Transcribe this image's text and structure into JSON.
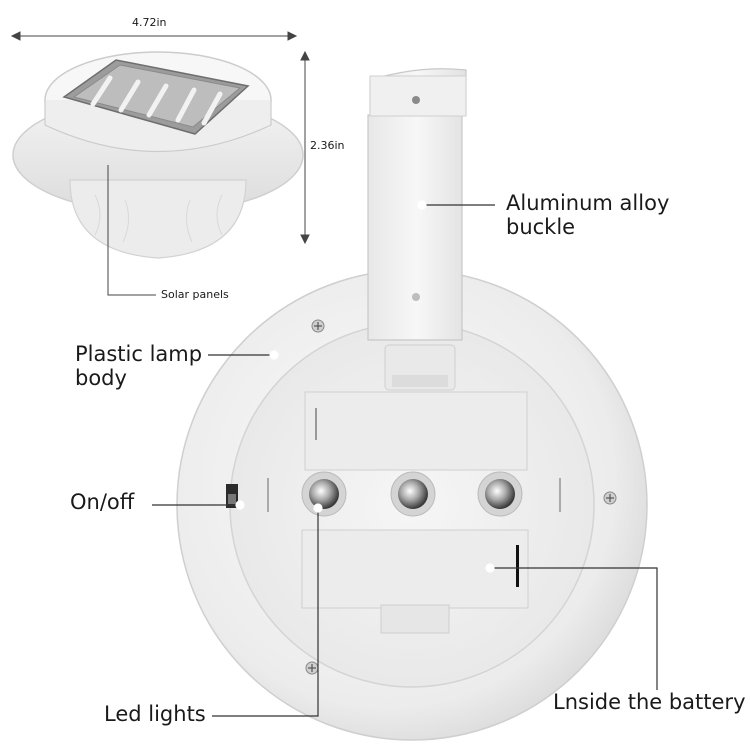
{
  "dimensions": {
    "width_label": "4.72in",
    "height_label": "2.36in"
  },
  "callouts": {
    "solar_panels": "Solar panels",
    "aluminum_buckle": "Aluminum alloy buckle",
    "plastic_body": "Plastic lamp body",
    "on_off": "On/off",
    "led_lights": "Led lights",
    "battery": "Lnside the battery"
  },
  "colors": {
    "product_body": "#f1f1f1",
    "product_shadow": "#d6d6d6",
    "leader_line": "#333333",
    "text": "#1a1a1a"
  }
}
